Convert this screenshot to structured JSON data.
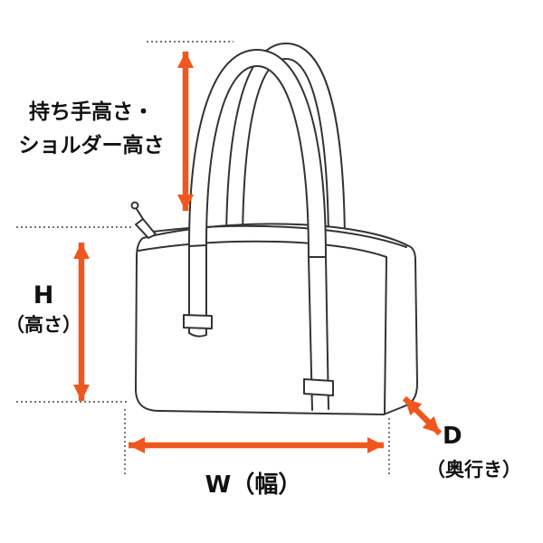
{
  "diagram": {
    "colors": {
      "arrow": "#F0571E",
      "line": "#333333",
      "dotted": "#444444"
    },
    "labels": {
      "handle_height": {
        "line1": "持ち手高さ・",
        "line2": "ショルダー高さ"
      },
      "height": {
        "letter": "H",
        "unit": "（高さ）"
      },
      "width": {
        "text": "W（幅）"
      },
      "depth": {
        "letter": "D",
        "unit": "（奥行き）"
      }
    }
  }
}
